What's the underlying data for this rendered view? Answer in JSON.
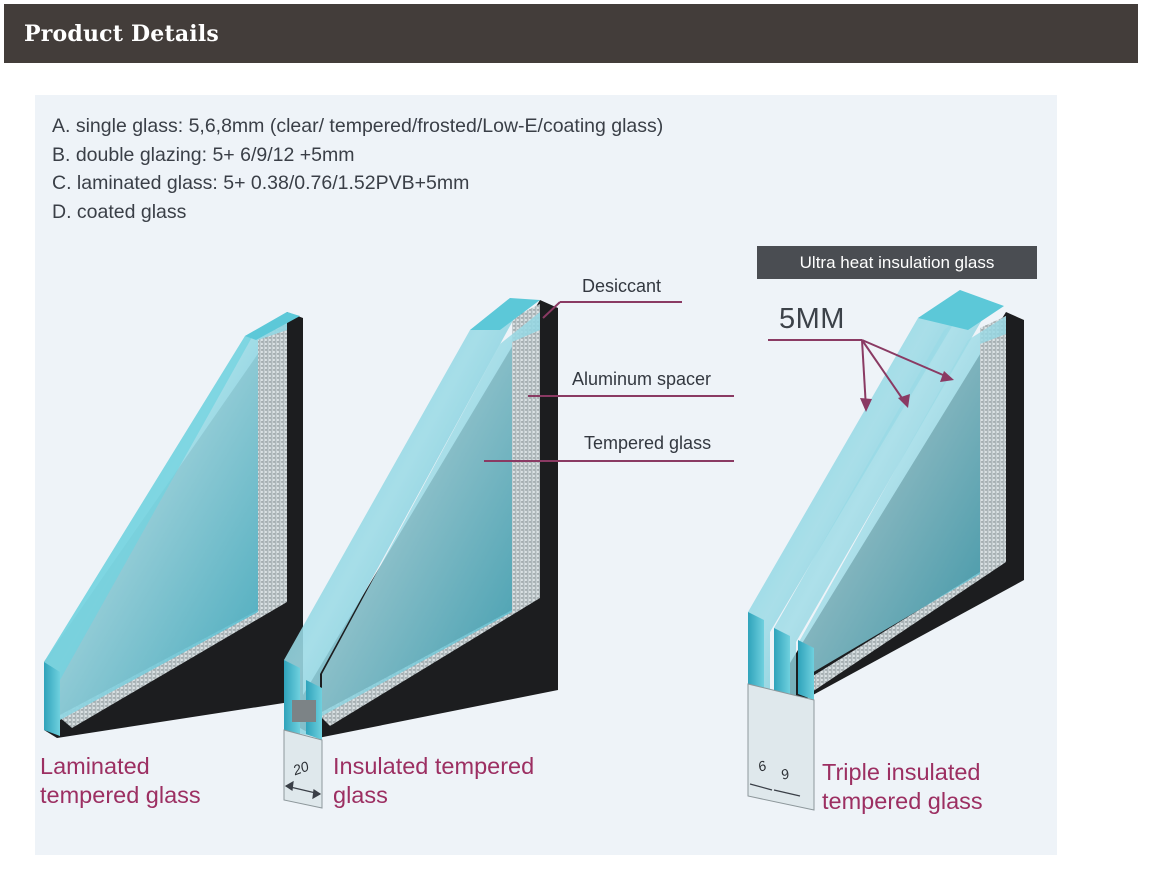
{
  "header": {
    "title": "Product Details"
  },
  "specs": [
    "A. single glass: 5,6,8mm (clear/ tempered/frosted/Low-E/coating glass)",
    "B. double glazing: 5+ 6/9/12 +5mm",
    "C. laminated glass: 5+ 0.38/0.76/1.52PVB+5mm",
    "D. coated glass"
  ],
  "badge": "Ultra heat insulation glass",
  "callouts": {
    "desiccant": "Desiccant",
    "aluminum_spacer": "Aluminum spacer",
    "tempered_glass": "Tempered glass"
  },
  "thickness_label": "5MM",
  "dimensions": {
    "insulated_gap": "20",
    "triple_gap_1": "6",
    "triple_gap_2": "9"
  },
  "captions": {
    "laminated": [
      "Laminated",
      "tempered glass"
    ],
    "insulated": [
      "Insulated tempered",
      "glass"
    ],
    "triple": [
      "Triple insulated",
      "tempered glass"
    ]
  },
  "colors": {
    "header_bg": "#433d3a",
    "panel_bg": "#eef3f8",
    "caption": "#9c2f62",
    "leader_line": "#8a3a63",
    "glass": "#3fb4c8",
    "frame": "#1c1d1f"
  }
}
